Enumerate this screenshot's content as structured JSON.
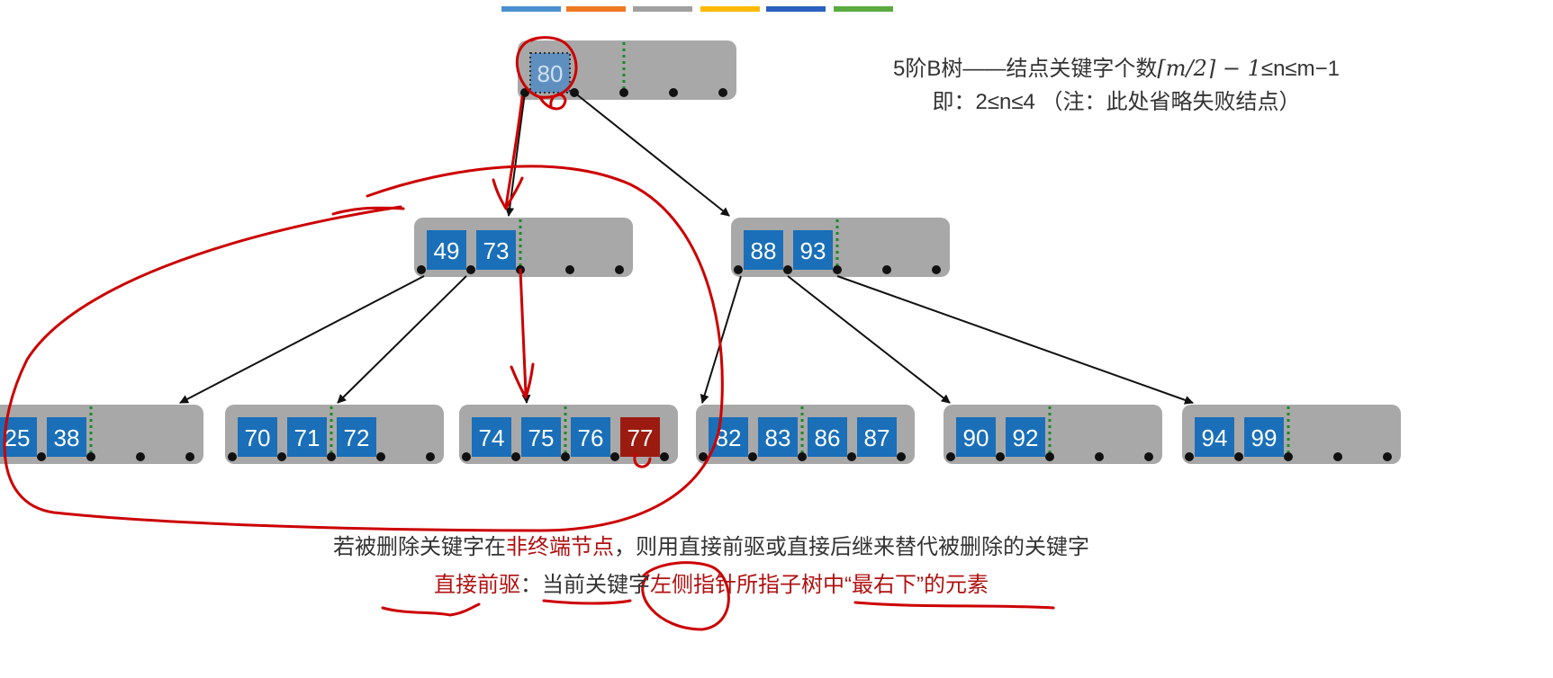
{
  "colors": {
    "key": "#1a6fb8",
    "key_highlight": "#9b1b10",
    "root_key": "#5f8fbf",
    "node": "#a8a8a8",
    "separator": "#1a8a2a",
    "annotation": "#cc0000",
    "stripes": [
      "#4a90d0",
      "#f07820",
      "#a0a0a0",
      "#ffb800",
      "#2a60c0",
      "#5aaa40"
    ]
  },
  "notes": {
    "line1_prefix": "5阶B树——结点关键字个数",
    "line1_math": "⌈m/2⌉ − 1",
    "line1_suffix": "≤n≤m−1",
    "line2": "即：2≤n≤4 （注：此处省略失败结点）"
  },
  "tree": {
    "root": {
      "keys": [
        "80"
      ]
    },
    "level2": [
      {
        "keys": [
          "49",
          "73"
        ]
      },
      {
        "keys": [
          "88",
          "93"
        ]
      }
    ],
    "leaves": [
      {
        "keys": [
          "25",
          "38"
        ]
      },
      {
        "keys": [
          "70",
          "71",
          "72"
        ]
      },
      {
        "keys": [
          "74",
          "75",
          "76",
          "77"
        ],
        "highlight": "77"
      },
      {
        "keys": [
          "82",
          "83",
          "86",
          "87"
        ]
      },
      {
        "keys": [
          "90",
          "92"
        ]
      },
      {
        "keys": [
          "94",
          "99"
        ]
      }
    ]
  },
  "rule": {
    "line1_a": "若被删除关键字在",
    "line1_b": "非终端节点",
    "line1_c": "，则用直接前驱或直接后继来替代被删除的关键字",
    "line2_a": "直接前驱",
    "line2_b": "：当前关键字",
    "line2_c": "左侧指针所指子树中“最右下”的元素"
  }
}
